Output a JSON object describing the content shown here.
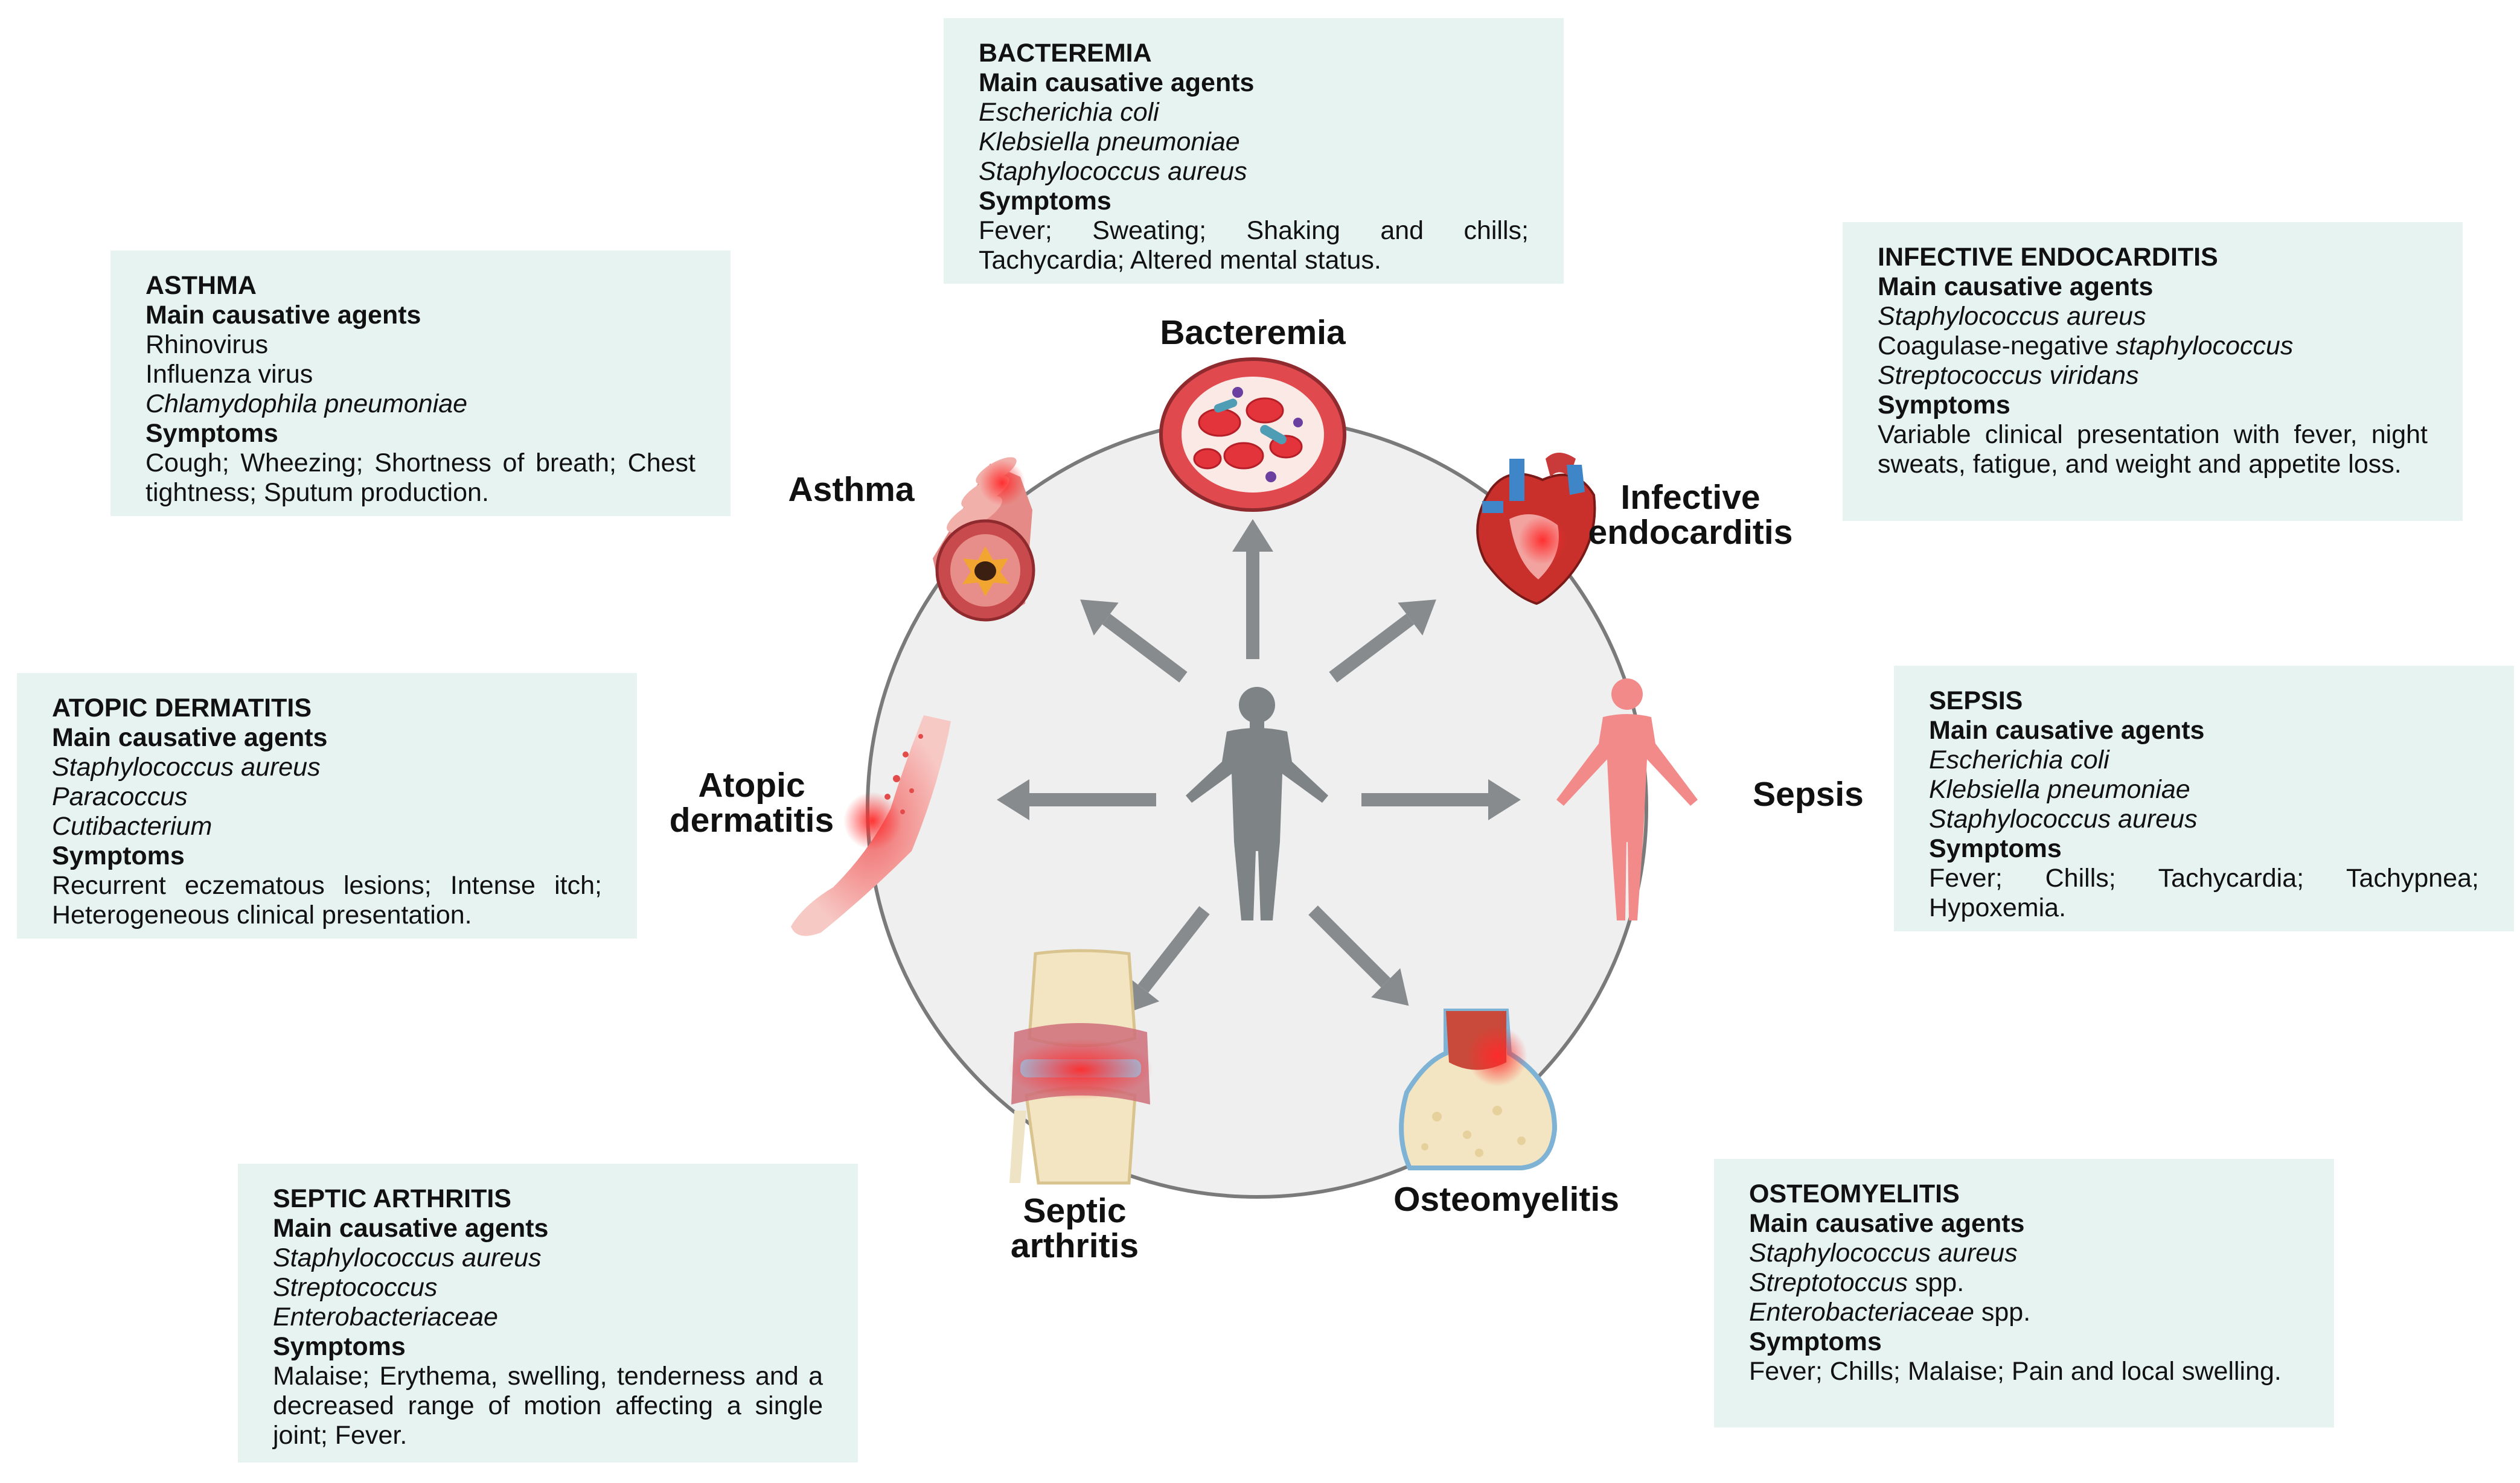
{
  "nodes": {
    "center": {
      "label": ""
    },
    "bacteremia": {
      "label": "Bacteremia"
    },
    "asthma": {
      "label": "Asthma"
    },
    "endocarditis": {
      "label_line1": "Infective",
      "label_line2": "endocarditis"
    },
    "atopic": {
      "label_line1": "Atopic",
      "label_line2": "dermatitis"
    },
    "sepsis": {
      "label": "Sepsis"
    },
    "septic": {
      "label_line1": "Septic",
      "label_line2": "arthritis"
    },
    "osteomyelitis": {
      "label": "Osteomyelitis"
    }
  },
  "boxes": {
    "bacteremia": {
      "title": "BACTEREMIA",
      "agents_heading": "Main causative agents",
      "agents": [
        "Escherichia coli",
        "Klebsiella pneumoniae",
        "Staphylococcus aureus"
      ],
      "symptoms_heading": "Symptoms",
      "symptoms": "Fever; Sweating; Shaking and chills; Tachycardia; Altered mental status."
    },
    "asthma": {
      "title": "ASTHMA",
      "agents_heading": "Main causative agents",
      "agent1": "Rhinovirus",
      "agent2": "Influenza virus",
      "agent3": "Chlamydophila pneumoniae",
      "symptoms_heading": "Symptoms",
      "symptoms": "Cough; Wheezing; Shortness of breath; Chest tightness; Sputum production."
    },
    "endocarditis": {
      "title": "INFECTIVE ENDOCARDITIS",
      "agents_heading": "Main causative agents",
      "agent1": "Staphylococcus aureus",
      "agent2_prefix": "Coagulase-negative ",
      "agent2_genus": "staphylococcus",
      "agent3": "Streptococcus viridans",
      "symptoms_heading": "Symptoms",
      "symptoms": "Variable clinical presentation with fever, night sweats, fatigue, and weight and appetite loss."
    },
    "atopic": {
      "title": "ATOPIC DERMATITIS",
      "agents_heading": "Main causative agents",
      "agents": [
        "Staphylococcus aureus",
        "Paracoccus",
        "Cutibacterium"
      ],
      "symptoms_heading": "Symptoms",
      "symptoms": "Recurrent eczematous lesions; Intense itch; Heterogeneous clinical presentation."
    },
    "sepsis": {
      "title": "SEPSIS",
      "agents_heading": "Main causative agents",
      "agents": [
        "Escherichia coli",
        "Klebsiella pneumoniae",
        "Staphylococcus aureus"
      ],
      "symptoms_heading": "Symptoms",
      "symptoms": "Fever; Chills; Tachycardia; Tachypnea; Hypoxemia."
    },
    "septic": {
      "title": "SEPTIC ARTHRITIS",
      "agents_heading": "Main causative agents",
      "agents": [
        "Staphylococcus aureus",
        "Streptococcus",
        "Enterobacteriaceae"
      ],
      "symptoms_heading": "Symptoms",
      "symptoms": "Malaise; Erythema, swelling, tenderness and a decreased range of motion affecting a single joint; Fever."
    },
    "osteomyelitis": {
      "title": "OSTEOMYELITIS",
      "agents_heading": "Main causative agents",
      "agent1": "Staphylococcus aureus",
      "agent2_genus": "Streptotoccus",
      "agent2_suffix": " spp.",
      "agent3_genus": "Enterobacteriaceae",
      "agent3_suffix": " spp.",
      "symptoms_heading": "Symptoms",
      "symptoms": "Fever; Chills; Malaise; Pain and local swelling."
    }
  },
  "colors": {
    "box_bg": "#e6f3f1",
    "circle_fill": "#efefef",
    "circle_stroke": "#7a7a7a",
    "arrow": "#878b8d",
    "human": "#7e8386",
    "accent_red": "#d83b3b"
  }
}
